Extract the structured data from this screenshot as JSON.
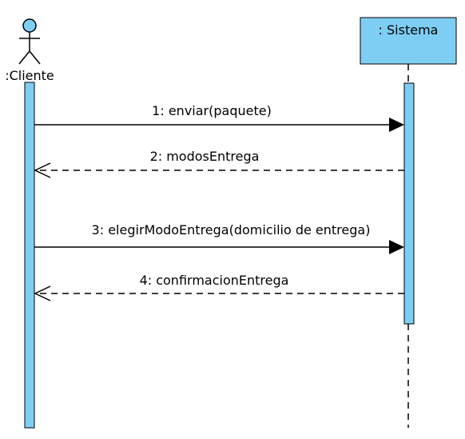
{
  "participants": {
    "cliente": {
      "name": ":Cliente",
      "kind": "actor"
    },
    "sistema": {
      "name": ": Sistema",
      "kind": "object"
    }
  },
  "messages": [
    {
      "label": "1: enviar(paquete)",
      "type": "synchronous"
    },
    {
      "label": "2: modosEntrega",
      "type": "return"
    },
    {
      "label": "3: elegirModoEntrega(domicilio de entrega)",
      "type": "synchronous"
    },
    {
      "label": "4: confirmacionEntrega",
      "type": "return"
    }
  ],
  "colors": {
    "fill": "#7ecef4",
    "stroke": "#000000",
    "background": "#ffffff"
  }
}
